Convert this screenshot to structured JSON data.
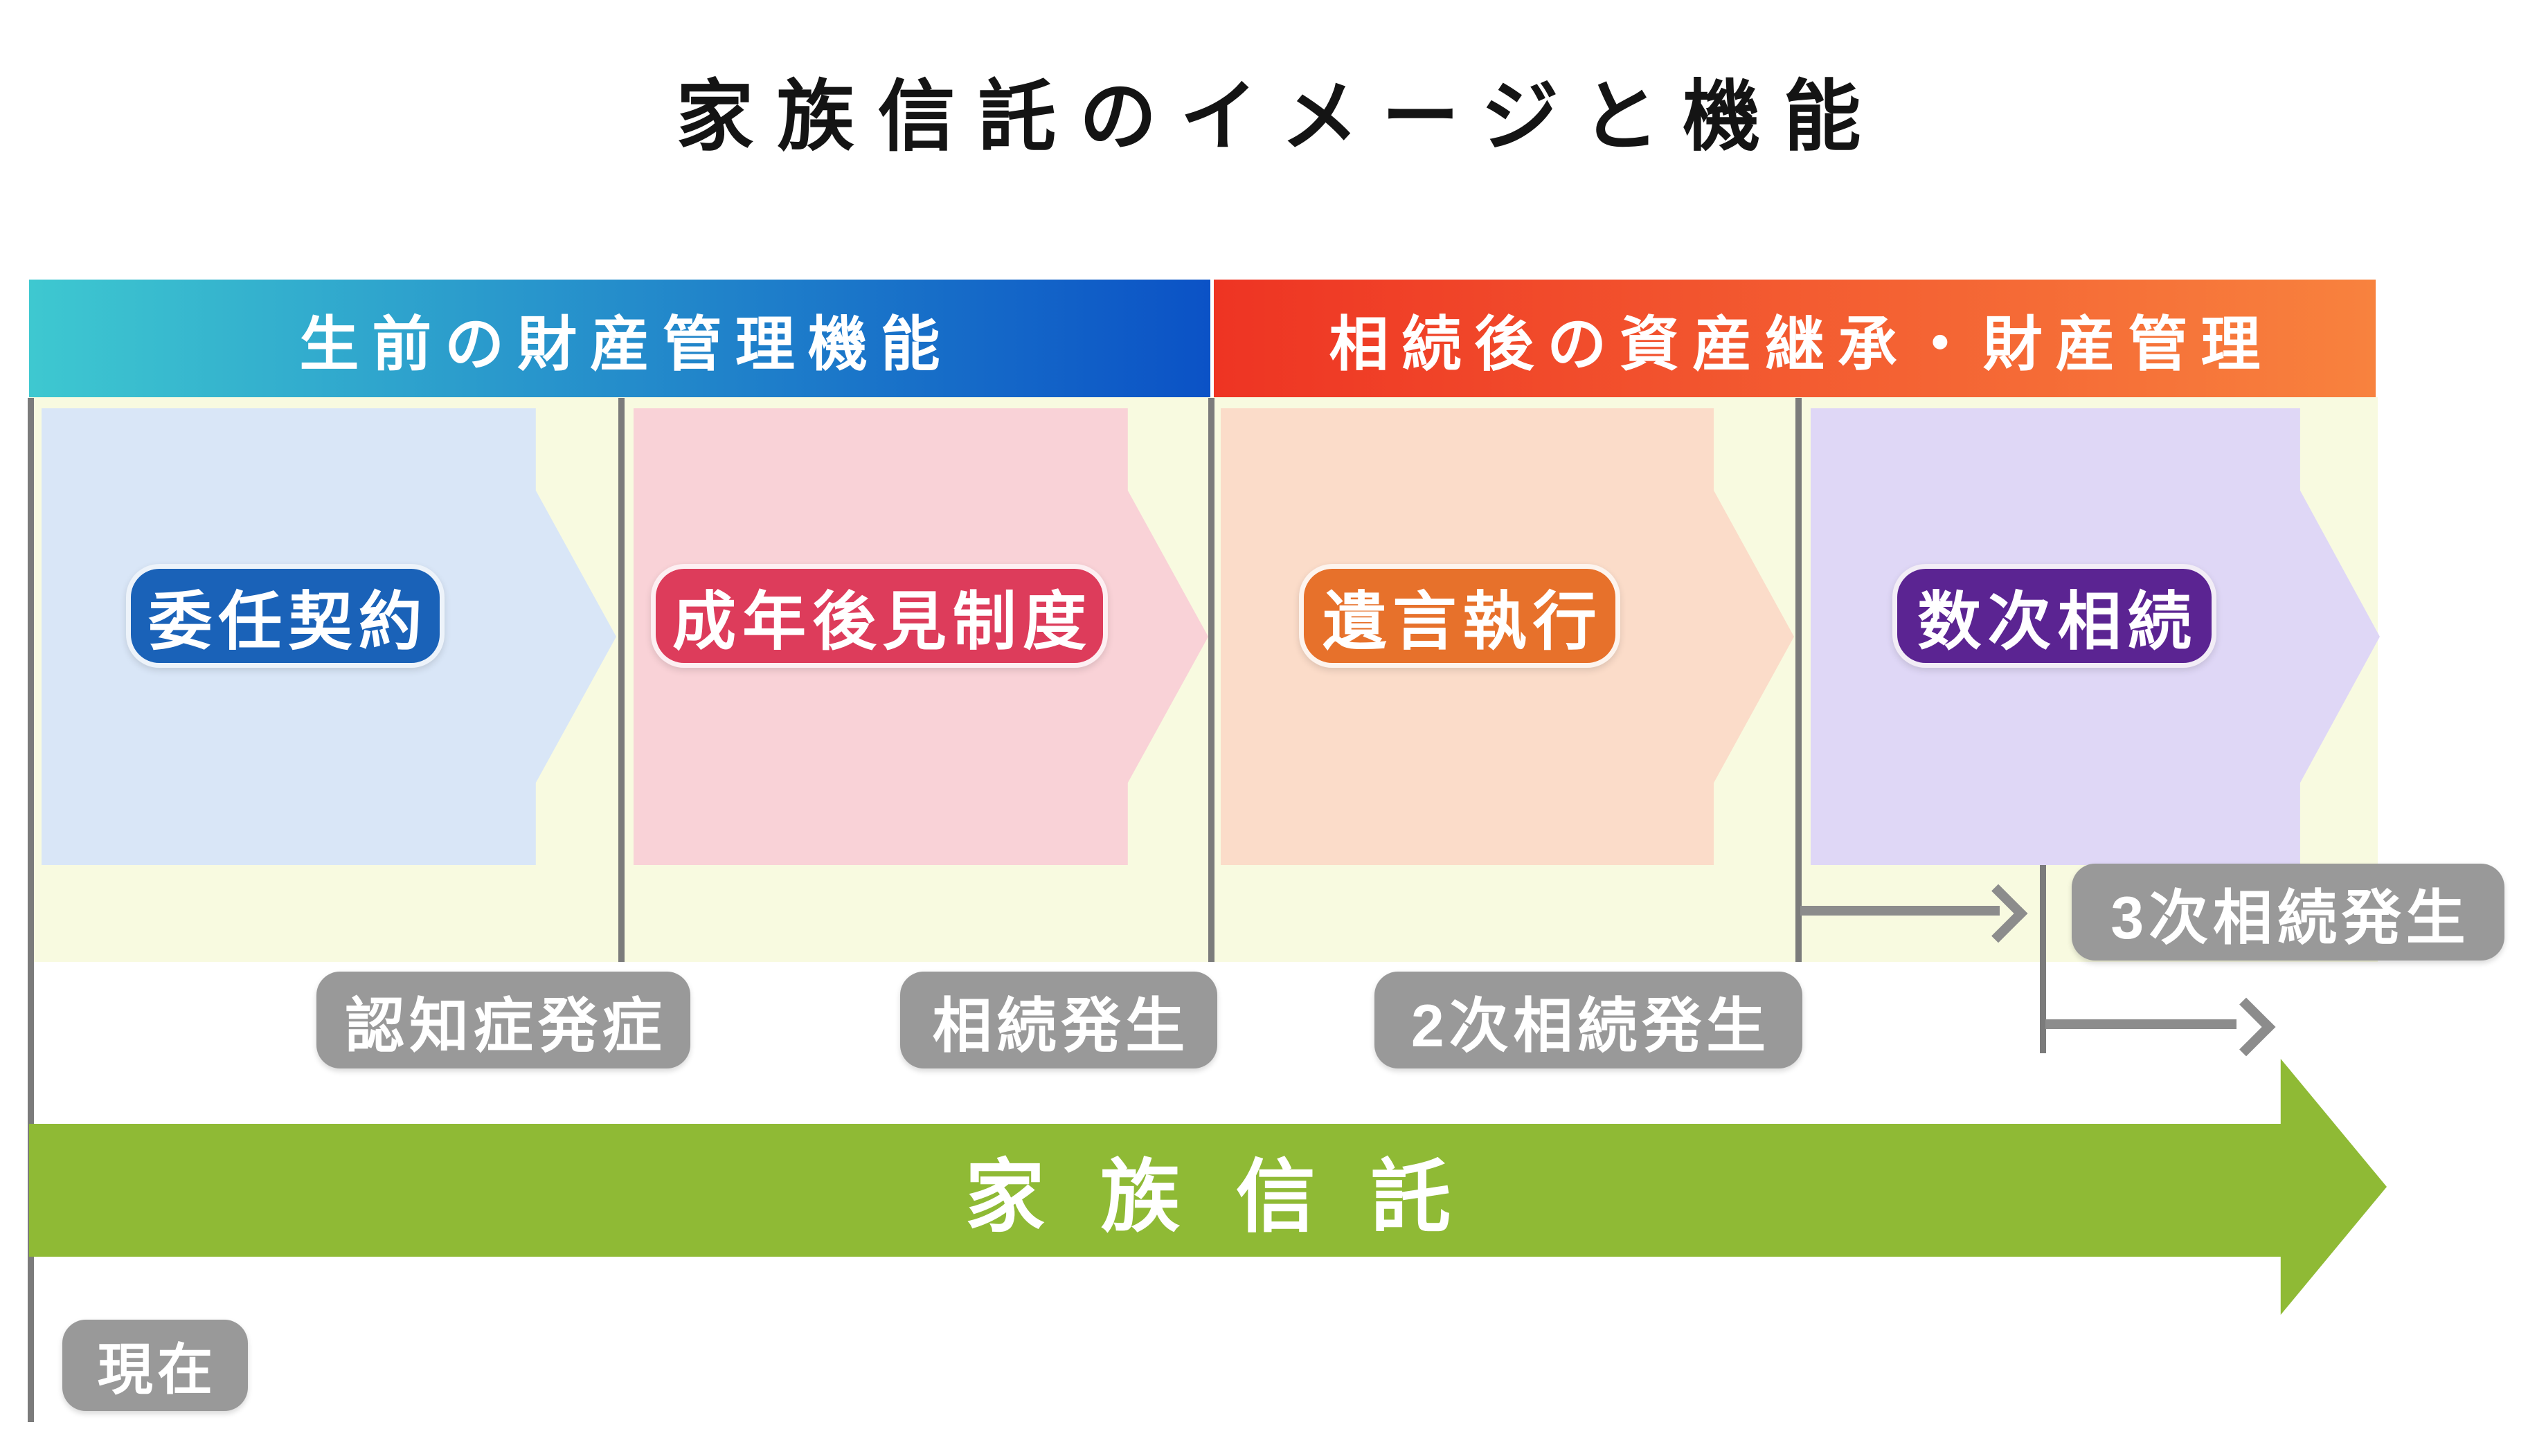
{
  "title": "家族信託のイメージと機能",
  "headers": [
    {
      "label": "生前の財産管理機能",
      "gradient_from": "#3ec8d0",
      "gradient_to": "#0b52c6"
    },
    {
      "label": "相続後の資産継承・財産管理",
      "gradient_from": "#ee3423",
      "gradient_to": "#f8823e"
    }
  ],
  "blocks": [
    {
      "label": "委任契約",
      "badge_color": "#1a62b8",
      "panel_color": "#d9e6f7"
    },
    {
      "label": "成年後見制度",
      "badge_color": "#dd3c5b",
      "panel_color": "#f9d2d7"
    },
    {
      "label": "遺言執行",
      "badge_color": "#e7712b",
      "panel_color": "#fbdcc9"
    },
    {
      "label": "数次相続",
      "badge_color": "#5b2492",
      "panel_color": "#dfd7f6"
    }
  ],
  "events": [
    {
      "label": "認知症発症"
    },
    {
      "label": "相続発生"
    },
    {
      "label": "2次相続発生"
    },
    {
      "label": "3次相続発生"
    }
  ],
  "timeline": {
    "label": "家族信託",
    "color": "#8fba35"
  },
  "now": {
    "label": "現在"
  },
  "colors": {
    "panel_bg": "#f8fae0",
    "separator_line": "#7b7b7b",
    "event_badge_bg": "#999999",
    "arrow_gray": "#8c8c8c",
    "title_text": "#141414"
  }
}
